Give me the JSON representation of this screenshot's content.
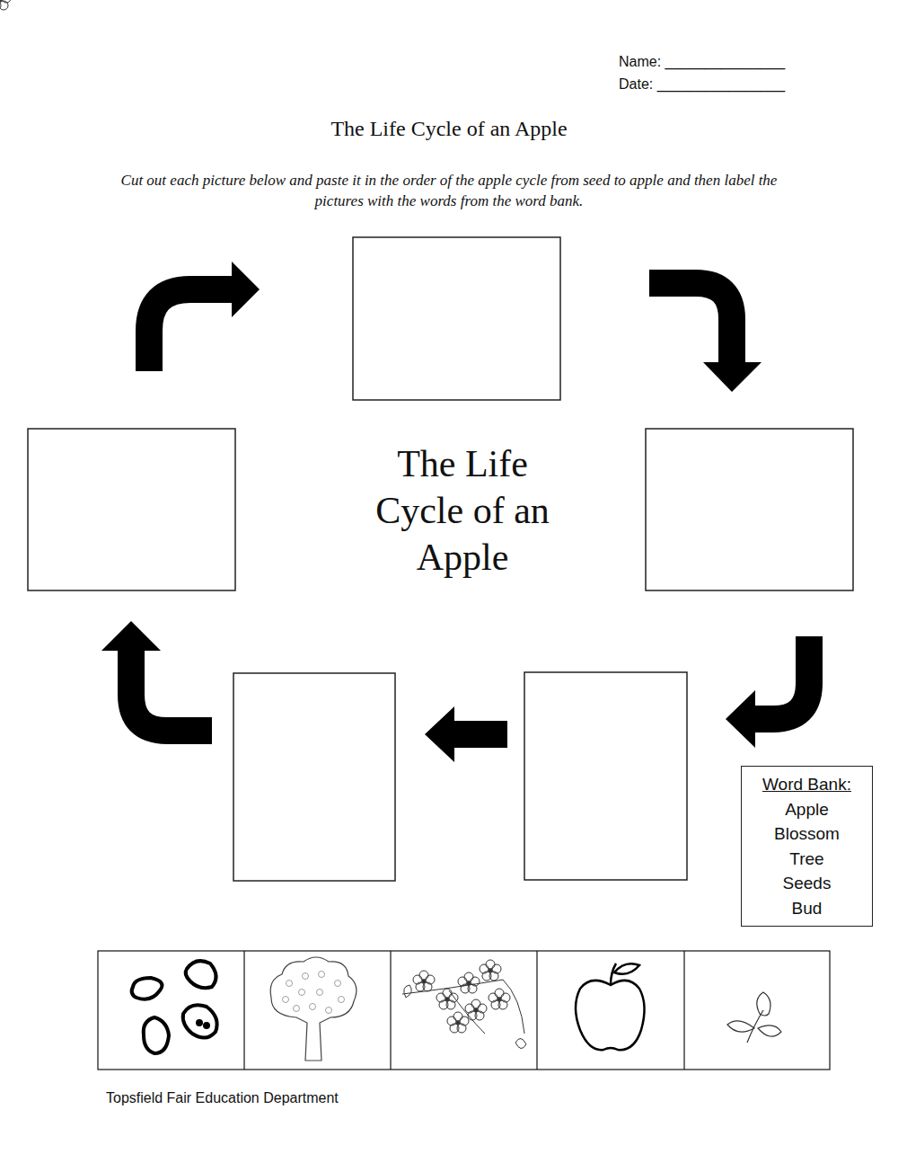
{
  "diagram": {
    "title": "The Life Cycle of an Apple",
    "nodes": [
      {
        "text": [
          "Word Bank:",
          "Apple",
          "Blossom",
          "Tree",
          "Seeds",
          "Bud"
        ]
      }
    ],
    "labels": [
      "Name: _______________",
      "Date: ________________",
      "Cut out each picture below and paste it in the order of the apple cycle from seed to apple and then label the pictures with the words from the word bank.",
      "The Life Cycle of an Apple",
      "Topsfield Fair Education Department"
    ]
  }
}
